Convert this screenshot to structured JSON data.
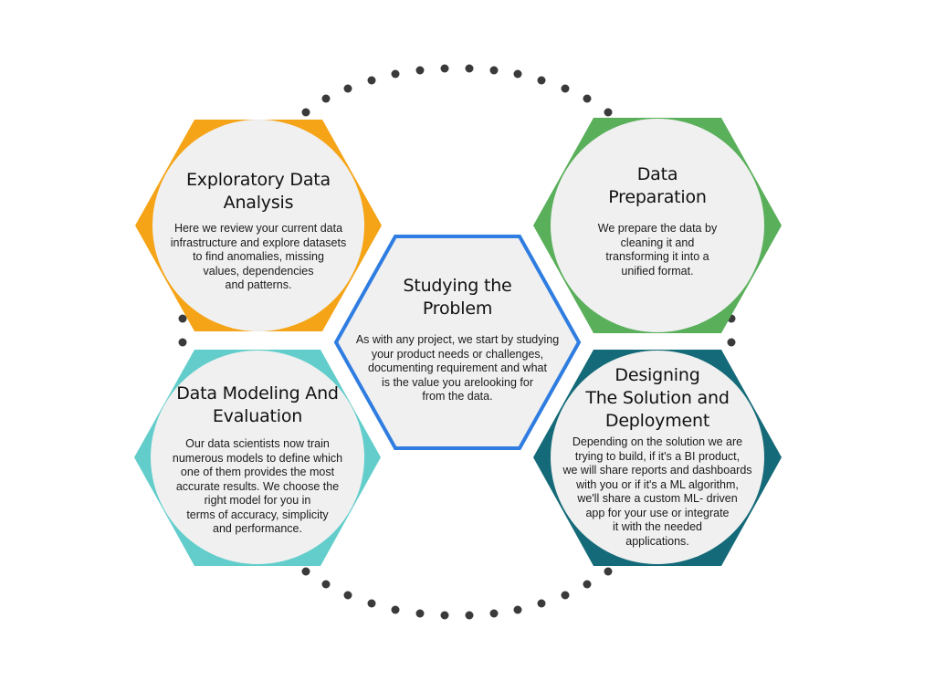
{
  "colors": {
    "orange": "#f5a417",
    "green": "#5aaf5b",
    "blue": "#2f7de1",
    "teal_light": "#62cdcb",
    "teal_dark": "#146a78",
    "circle_fill": "#f0f0f0",
    "dots": "#3a3a3a"
  },
  "nodes": {
    "eda": {
      "title_l1": "Exploratory Data",
      "title_l2": "Analysis",
      "desc_l1": "Here we review your current data",
      "desc_l2": "infrastructure and explore datasets",
      "desc_l3": "to find anomalies, missing",
      "desc_l4": "values, dependencies",
      "desc_l5": "and patterns."
    },
    "prep": {
      "title_l1": "Data",
      "title_l2": "Preparation",
      "desc_l1": "We prepare the data by",
      "desc_l2": "cleaning it and",
      "desc_l3": "transforming it into a",
      "desc_l4": "unified format."
    },
    "problem": {
      "title_l1": "Studying the",
      "title_l2": "Problem",
      "desc_l1": "As with any project, we start by studying",
      "desc_l2": "your product needs or challenges,",
      "desc_l3": "documenting requirement and what",
      "desc_l4": "is the value you arelooking for",
      "desc_l5": "from the data."
    },
    "modeling": {
      "title_l1": "Data Modeling And",
      "title_l2": "Evaluation",
      "desc_l1": "Our data scientists now train",
      "desc_l2": "numerous models to define which",
      "desc_l3": "one of them provides the most",
      "desc_l4": "accurate results. We choose the",
      "desc_l5": "right model for you in",
      "desc_l6": "terms of accuracy, simplicity",
      "desc_l7": "and performance."
    },
    "deploy": {
      "title_l1": "Designing",
      "title_l2": "The Solution and",
      "title_l3": "Deployment",
      "desc_l1": "Depending on the solution we are",
      "desc_l2": "trying to build, if it's a BI product,",
      "desc_l3": "we will share reports and dashboards",
      "desc_l4": "with you or if it's a ML algorithm,",
      "desc_l5": "we'll share a custom ML- driven",
      "desc_l6": "app for your use or integrate",
      "desc_l7": "it with the needed",
      "desc_l8": "applications."
    }
  }
}
